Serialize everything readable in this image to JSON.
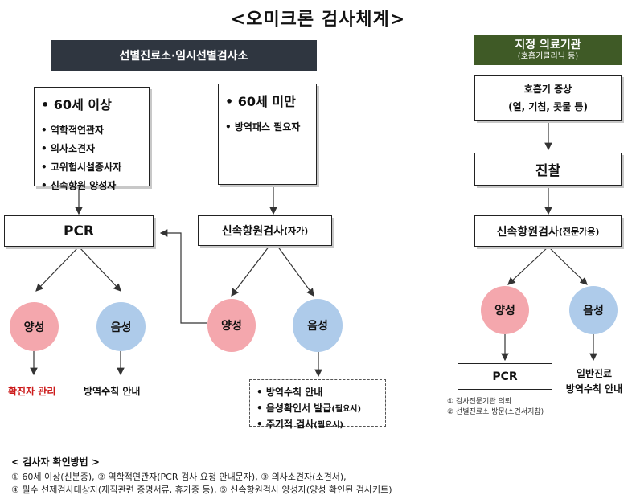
{
  "title": "<오미크론 검사체계>",
  "left_header": "선별진료소·임시선별검사소",
  "right_header": {
    "line1": "지정 의료기관",
    "line2": "(호흡기클리닉 등)"
  },
  "age60_box": {
    "title": "60세 이상",
    "items": [
      "역학적연관자",
      "의사소견자",
      "고위험시설종사자",
      "신속항원 양성자"
    ]
  },
  "under60_box": {
    "title": "60세 미만",
    "items": [
      "방역패스 필요자"
    ]
  },
  "pcr_left": "PCR",
  "rapid_self": {
    "main": "신속항원검사",
    "suffix": "(자가)"
  },
  "left_pos": "양성",
  "left_neg": "음성",
  "mid_pos": "양성",
  "mid_neg": "음성",
  "confirm_mgmt": "확진자 관리",
  "quarantine_guide": "방역수칙 안내",
  "neg_actions": [
    {
      "text": "방역수칙 안내",
      "suffix": ""
    },
    {
      "text": "음성확인서 발급",
      "suffix": "(필요시)"
    },
    {
      "text": "주기적 검사",
      "suffix": "(필요시)"
    }
  ],
  "symptom_box": {
    "line1": "호흡기 증상",
    "line2": "(열, 기침, 콧물 등)"
  },
  "diagnosis": "진찰",
  "rapid_pro": {
    "main": "신속항원검사",
    "suffix": "(전문가용)"
  },
  "right_pos": "양성",
  "right_neg": "음성",
  "pcr_right": "PCR",
  "right_neg_result": {
    "line1": "일반진료",
    "line2": "방역수칙 안내"
  },
  "right_notes": [
    "① 검사전문기관 의뢰",
    "② 선별진료소 방문(소견서지참)"
  ],
  "footer": {
    "title": "< 검사자 확인방법 >",
    "line1": "① 60세 이상(신분증), ② 역학적연관자(PCR 검사 요청 안내문자), ③ 의사소견자(소견서),",
    "line2": "④ 필수 선제검사대상자(재직관련 증명서류, 휴가증 등), ⑤ 신속항원검사 양성자(양성 확인된 검사키트)"
  }
}
